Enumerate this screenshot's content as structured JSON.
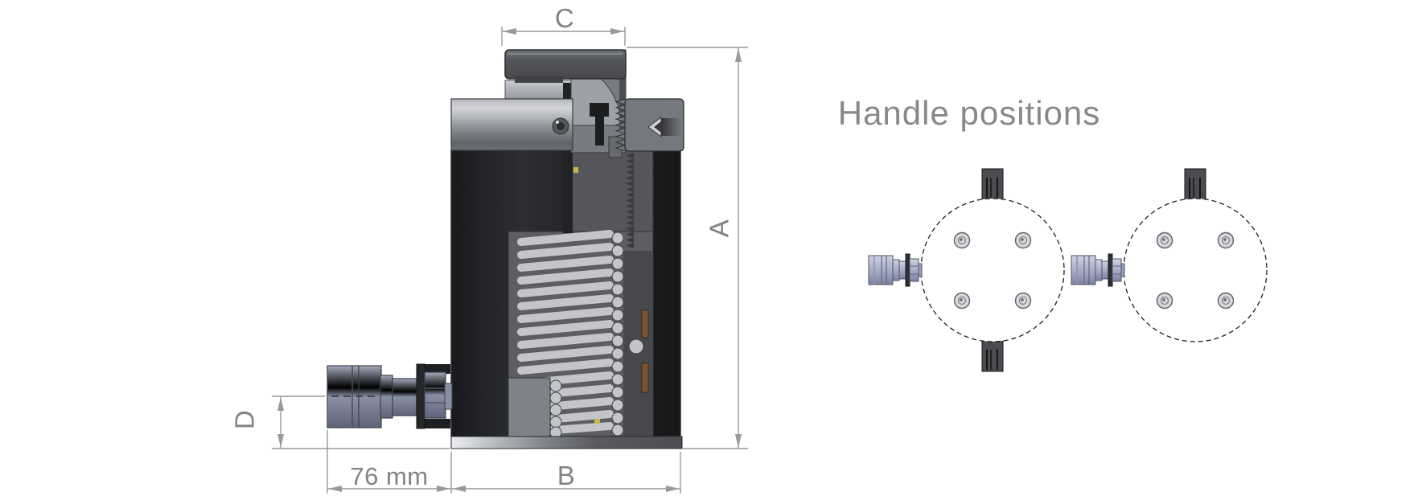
{
  "page": {
    "background": "#ffffff",
    "type": "technical dimensional drawing of hydraulic cylinder"
  },
  "side_view": {
    "description": "cutaway cross-section of single-acting spring-return hydraulic cylinder with tilting saddle, threaded collar, internal coil spring and left-side hydraulic coupler",
    "dimensions": {
      "a": "A",
      "b": "B",
      "c": "C",
      "d": "D",
      "port_offset": "76 mm"
    },
    "colors": {
      "body": "#202124",
      "collar_band": "#9fa2a8",
      "saddle": "#55575c",
      "plunger": "#b4b6bc",
      "base_plate_light": "#eceef0",
      "base_plate_dark": "#515359",
      "coupler_steel": "#868ca0",
      "spring": "#c3c5ca",
      "seal_brown": "#7d5430",
      "dimension_lines": "#98999b",
      "dimension_text": "#828385"
    }
  },
  "handle_view": {
    "title": "Handle positions",
    "title_color": "#87888a",
    "circle_style": "dashed outline, white fill",
    "positions": [
      {
        "handles": [
          "top",
          "bottom"
        ],
        "bolt_count": 4,
        "coupler_side": "left"
      },
      {
        "handles": [
          "top"
        ],
        "bolt_count": 4,
        "coupler_side": "left"
      }
    ],
    "handle_color": "#4a4c4f",
    "coupler_color": "#b0b5cc"
  }
}
